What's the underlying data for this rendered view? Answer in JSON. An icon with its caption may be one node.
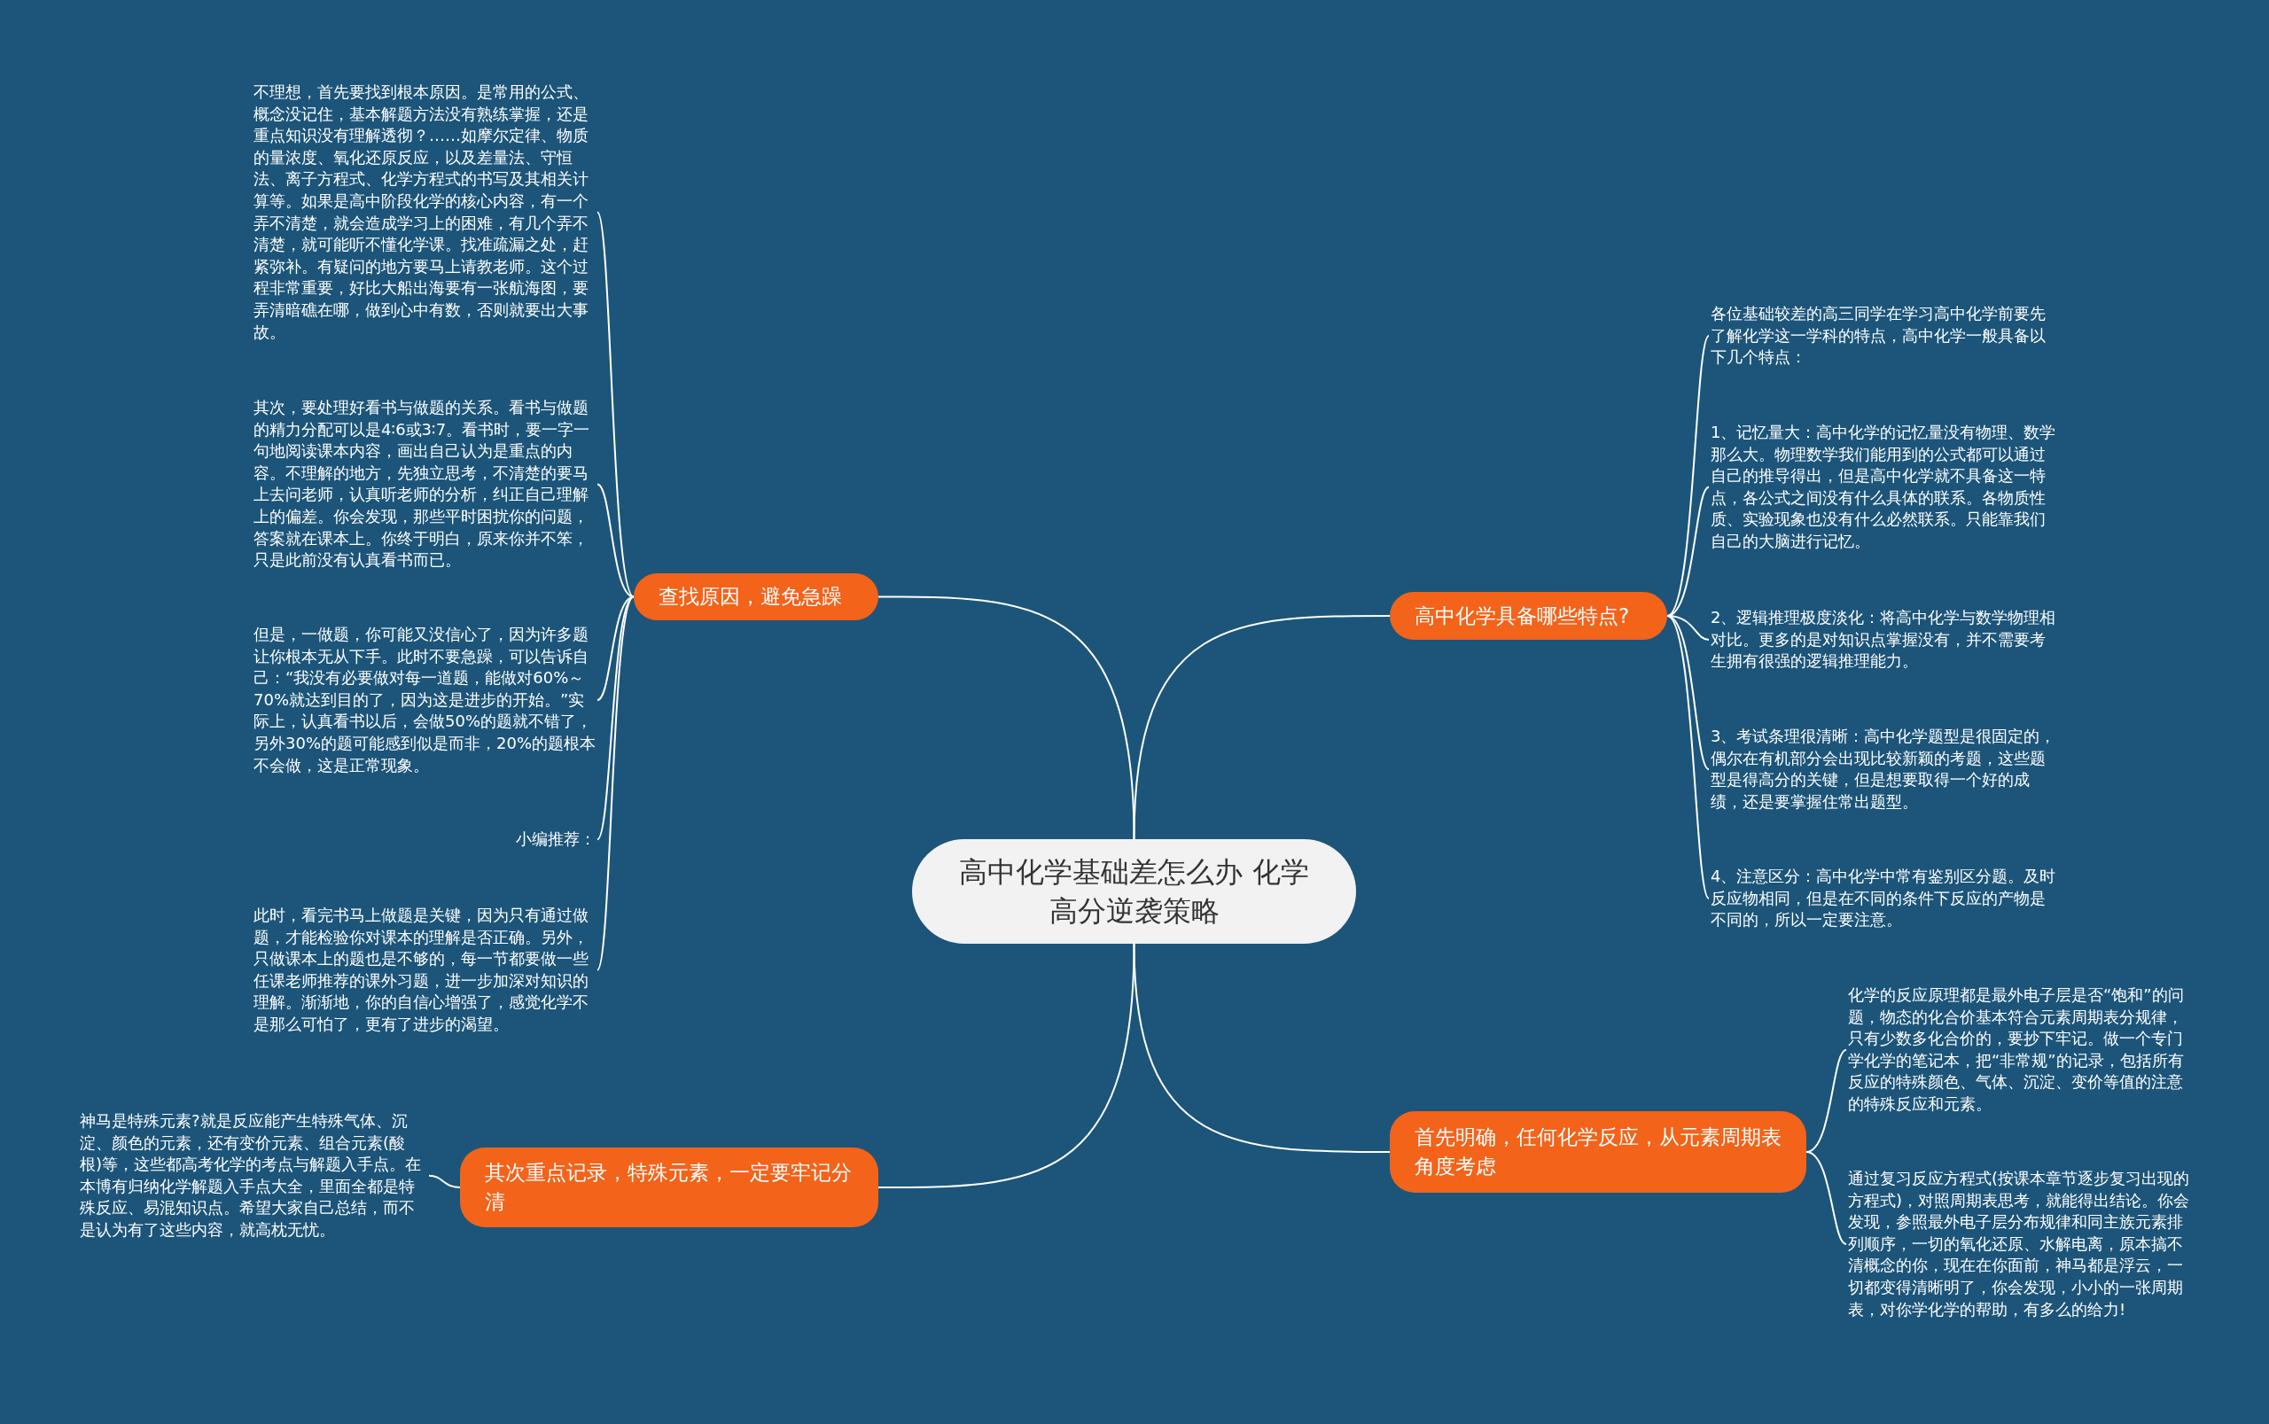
{
  "diagram": {
    "nodes": [
      {
        "text": [
          "高中化学基础差怎么办 化学高分逆袭策略"
        ]
      },
      {
        "text": [
          "查找原因，避免急躁"
        ]
      },
      {
        "text": [
          "不理想，首先要找到根本原因。是常用的公式、概念没记住，基本解题方法没有熟练掌握，还是重点知识没有理解透彻？……如摩尔定律、物质的量浓度、氧化还原反应，以及差量法、守恒法、离子方程式、化学方程式的书写及其相关计算等。如果是高中阶段化学的核心内容，有一个弄不清楚，就会造成学习上的困难，有几个弄不清楚，就可能听不懂化学课。找准疏漏之处，赶紧弥补。有疑问的地方要马上请教老师。这个过程非常重要，好比大船出海要有一张航海图，要弄清暗礁在哪，做到心中有数，否则就要出大事故。"
        ]
      },
      {
        "text": [
          "其次，要处理好看书与做题的关系。看书与做题的精力分配可以是4∶6或3∶7。看书时，要一字一句地阅读课本内容，画出自己认为是重点的内容。不理解的地方，先独立思考，不清楚的要马上去问老师，认真听老师的分析，纠正自己理解上的偏差。你会发现，那些平时困扰你的问题，答案就在课本上。你终于明白，原来你并不笨，只是此前没有认真看书而已。"
        ]
      },
      {
        "text": [
          "但是，一做题，你可能又没信心了，因为许多题让你根本无从下手。此时不要急躁，可以告诉自己：“我没有必要做对每一道题，能做对60%～70%就达到目的了，因为这是进步的开始。”实际上，认真看书以后，会做50%的题就不错了，另外30%的题可能感到似是而非，20%的题根本不会做，这是正常现象。"
        ]
      },
      {
        "text": [
          "小编推荐："
        ]
      },
      {
        "text": [
          "此时，看完书马上做题是关键，因为只有通过做题，才能检验你对课本的理解是否正确。另外，只做课本上的题也是不够的，每一节都要做一些任课老师推荐的课外习题，进一步加深对知识的理解。渐渐地，你的自信心增强了，感觉化学不是那么可怕了，更有了进步的渴望。"
        ]
      },
      {
        "text": [
          "高中化学具备哪些特点?"
        ]
      },
      {
        "text": [
          "各位基础较差的高三同学在学习高中化学前要先了解化学这一学科的特点，高中化学一般具备以下几个特点："
        ]
      },
      {
        "text": [
          "1、记忆量大：高中化学的记忆量没有物理、数学那么大。物理数学我们能用到的公式都可以通过自己的推导得出，但是高中化学就不具备这一特点，各公式之间没有什么具体的联系。各物质性质、实验现象也没有什么必然联系。只能靠我们自己的大脑进行记忆。"
        ]
      },
      {
        "text": [
          "2、逻辑推理极度淡化：将高中化学与数学物理相对比。更多的是对知识点掌握没有，并不需要考生拥有很强的逻辑推理能力。"
        ]
      },
      {
        "text": [
          "3、考试条理很清晰：高中化学题型是很固定的，偶尔在有机部分会出现比较新颖的考题，这些题型是得高分的关键，但是想要取得一个好的成绩，还是要掌握住常出题型。"
        ]
      },
      {
        "text": [
          "4、注意区分：高中化学中常有鉴别区分题。及时反应物相同，但是在不同的条件下反应的产物是不同的，所以一定要注意。"
        ]
      },
      {
        "text": [
          "首先明确，任何化学反应，从元素周期表角度考虑"
        ]
      },
      {
        "text": [
          "化学的反应原理都是最外电子层是否“饱和”的问题，物态的化合价基本符合元素周期表分规律，只有少数多化合价的，要抄下牢记。做一个专门学化学的笔记本，把“非常规”的记录，包括所有反应的特殊颜色、气体、沉淀、变价等值的注意的特殊反应和元素。"
        ]
      },
      {
        "text": [
          "通过复习反应方程式(按课本章节逐步复习出现的方程式)，对照周期表思考，就能得出结论。你会发现，参照最外电子层分布规律和同主族元素排列顺序，一切的氧化还原、水解电离，原本搞不清概念的你，现在在你面前，神马都是浮云，一切都变得清晰明了，你会发现，小小的一张周期表，对你学化学的帮助，有多么的给力!"
        ]
      },
      {
        "text": [
          "其次重点记录，特殊元素，一定要牢记分清"
        ]
      },
      {
        "text": [
          "神马是特殊元素?就是反应能产生特殊气体、沉淀、颜色的元素，还有变价元素、组合元素(酸根)等，这些都高考化学的考点与解题入手点。在本博有归纳化学解题入手点大全，里面全都是特殊反应、易混知识点。希望大家自己总结，而不是认为有了这些内容，就高枕无忧。"
        ]
      }
    ],
    "edges": [
      {
        "from": 0,
        "to": 1,
        "arrow": "none"
      },
      {
        "from": 1,
        "to": 2,
        "arrow": "none"
      },
      {
        "from": 1,
        "to": 3,
        "arrow": "none"
      },
      {
        "from": 1,
        "to": 4,
        "arrow": "none"
      },
      {
        "from": 1,
        "to": 5,
        "arrow": "none"
      },
      {
        "from": 1,
        "to": 6,
        "arrow": "none"
      },
      {
        "from": 0,
        "to": 7,
        "arrow": "none"
      },
      {
        "from": 7,
        "to": 8,
        "arrow": "none"
      },
      {
        "from": 7,
        "to": 9,
        "arrow": "none"
      },
      {
        "from": 7,
        "to": 10,
        "arrow": "none"
      },
      {
        "from": 7,
        "to": 11,
        "arrow": "none"
      },
      {
        "from": 7,
        "to": 12,
        "arrow": "none"
      },
      {
        "from": 0,
        "to": 13,
        "arrow": "none"
      },
      {
        "from": 13,
        "to": 14,
        "arrow": "none"
      },
      {
        "from": 13,
        "to": 15,
        "arrow": "none"
      },
      {
        "from": 0,
        "to": 16,
        "arrow": "none"
      },
      {
        "from": 16,
        "to": 17,
        "arrow": "none"
      }
    ]
  }
}
